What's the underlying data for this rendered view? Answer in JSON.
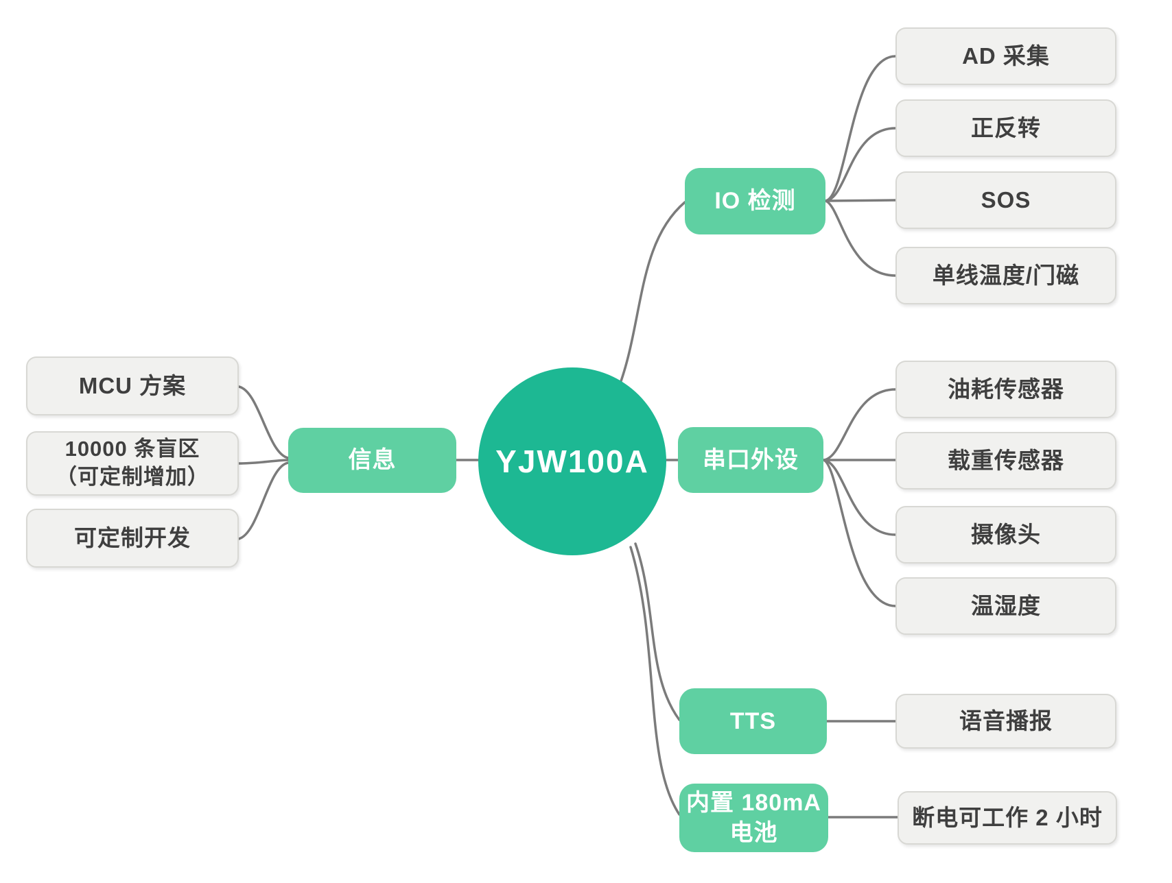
{
  "diagram": {
    "root": {
      "label": "YJW100A"
    },
    "left_branch": {
      "label": "信息",
      "children": [
        {
          "label": "MCU 方案"
        },
        {
          "label_line1": "10000 条盲区",
          "label_line2": "（可定制增加）"
        },
        {
          "label": "可定制开发"
        }
      ]
    },
    "right_branches": [
      {
        "label": "IO 检测",
        "children": [
          "AD 采集",
          "正反转",
          "SOS",
          "单线温度/门磁"
        ]
      },
      {
        "label": "串口外设",
        "children": [
          "油耗传感器",
          "载重传感器",
          "摄像头",
          "温湿度"
        ]
      },
      {
        "label": "TTS",
        "children": [
          "语音播报"
        ]
      },
      {
        "label_line1": "内置 180mA",
        "label_line2": "电池",
        "children": [
          "断电可工作 2 小时"
        ]
      }
    ],
    "colors": {
      "root_fill": "#1db893",
      "branch_fill": "#5fd0a2",
      "leaf_fill": "#f1f1ef",
      "leaf_border": "#d8d8d4",
      "leaf_text": "#3f3f3f",
      "branch_text": "#ffffff",
      "connector": "#7b7b7b",
      "background": "#ffffff"
    }
  }
}
